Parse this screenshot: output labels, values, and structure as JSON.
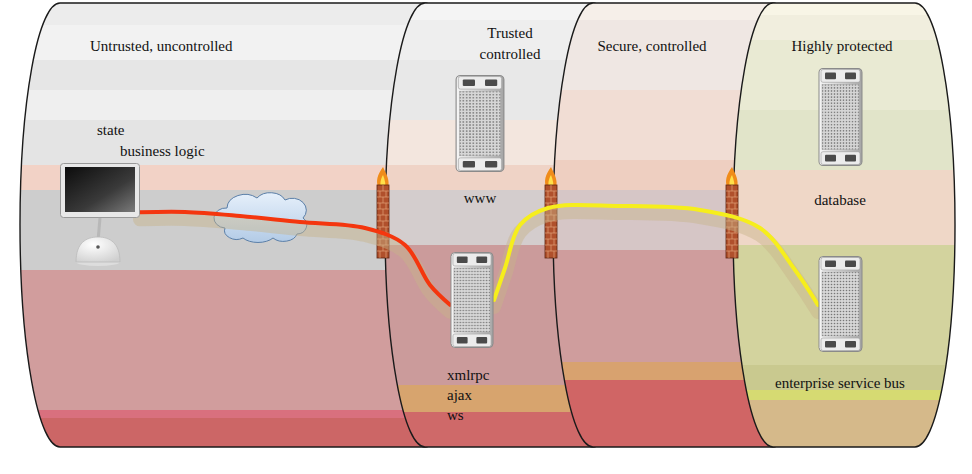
{
  "diagram": {
    "nodes": [
      {
        "text": [
          "Untrusted, uncontrolled"
        ]
      },
      {
        "text": [
          "state",
          "business logic"
        ],
        "in": 0
      },
      {
        "text": [
          "Trusted controlled"
        ]
      },
      {
        "text": [
          "www"
        ],
        "in": 2
      },
      {
        "text": [
          "xmlrpc ajax ws"
        ],
        "in": 2
      },
      {
        "text": [
          "Secure, controlled"
        ]
      },
      {
        "text": [
          "Highly protected"
        ]
      },
      {
        "text": [
          "database"
        ],
        "in": 6
      },
      {
        "text": [
          "enterprise service bus"
        ],
        "in": 6
      }
    ],
    "edges": [
      {
        "from": 1,
        "to": 4,
        "arrow": "none"
      },
      {
        "from": 4,
        "to": 8,
        "arrow": "none"
      }
    ]
  }
}
